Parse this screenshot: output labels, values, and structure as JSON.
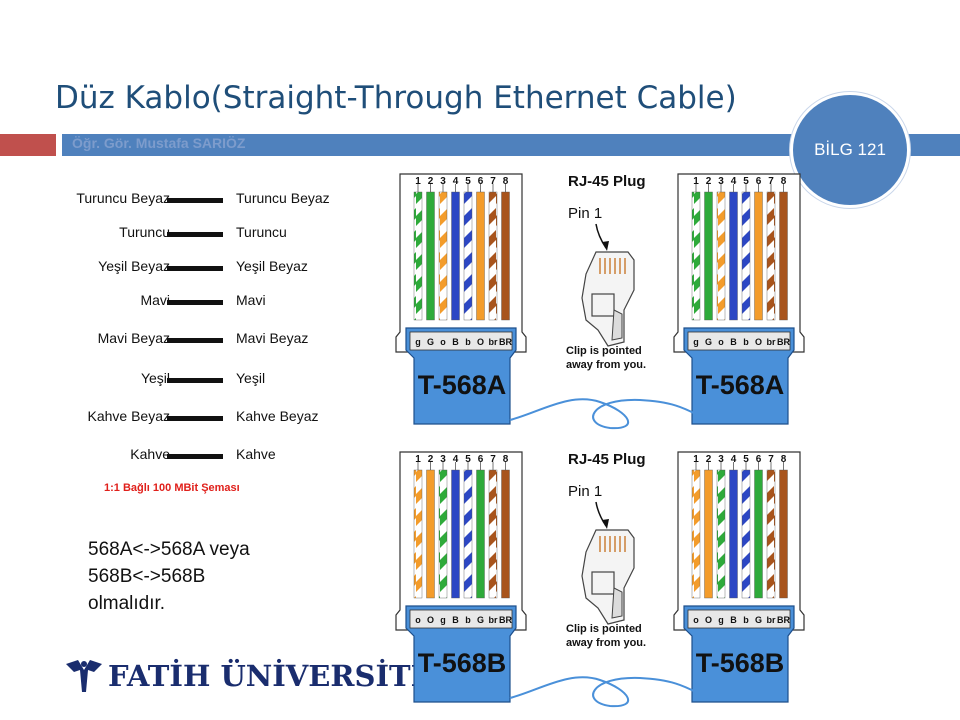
{
  "title": "Düz Kablo(Straight-Through  Ethernet Cable)",
  "author": "Öğr. Gör. Mustafa SARIÖZ",
  "course_badge": "BİLG 121",
  "pairs": [
    {
      "left": "Turuncu Beyaz",
      "right": "Turuncu Beyaz"
    },
    {
      "left": "Turuncu",
      "right": "Turuncu"
    },
    {
      "left": "Yeşil Beyaz",
      "right": "Yeşil Beyaz"
    },
    {
      "left": "Mavi",
      "right": "Mavi"
    },
    {
      "left": "Mavi Beyaz",
      "right": "Mavi Beyaz"
    },
    {
      "left": "Yeşil",
      "right": "Yeşil"
    },
    {
      "left": "Kahve Beyaz",
      "right": "Kahve Beyaz"
    },
    {
      "left": "Kahve",
      "right": "Kahve"
    }
  ],
  "pairs_caption": "1:1 Bağlı 100 MBit Şeması",
  "note": {
    "line1": "568A<->568A veya",
    "line2": "568B<->568B",
    "line3": "olmalıdır."
  },
  "university": "FATİH ÜNİVERSİTESİ",
  "pin_numbers": [
    "1",
    "2",
    "3",
    "4",
    "5",
    "6",
    "7",
    "8"
  ],
  "plug_title": "RJ-45 Plug",
  "pin1_label": "Pin 1",
  "clip_note": {
    "line1": "Clip is pointed",
    "line2": "away from you."
  },
  "diagrams": [
    {
      "standard": "T-568A",
      "codes": [
        "g",
        "G",
        "o",
        "B",
        "b",
        "O",
        "br",
        "BR"
      ],
      "wire_colors": [
        "#2eaa3a",
        "#2eaa3a",
        "#f39c2b",
        "#2c47c4",
        "#2c47c4",
        "#f39c2b",
        "#a8541c",
        "#a8541c"
      ],
      "striped": [
        true,
        false,
        true,
        false,
        true,
        false,
        true,
        false
      ]
    },
    {
      "standard": "T-568B",
      "codes": [
        "o",
        "O",
        "g",
        "B",
        "b",
        "G",
        "br",
        "BR"
      ],
      "wire_colors": [
        "#f39c2b",
        "#f39c2b",
        "#2eaa3a",
        "#2c47c4",
        "#2c47c4",
        "#2eaa3a",
        "#a8541c",
        "#a8541c"
      ],
      "striped": [
        true,
        false,
        true,
        false,
        true,
        false,
        true,
        false
      ]
    }
  ],
  "colors": {
    "title": "#1f4e79",
    "accent_blue": "#4f81bd",
    "accent_red": "#c0504d",
    "jacket": "#4a90d9",
    "caption_red": "#e0201b"
  }
}
